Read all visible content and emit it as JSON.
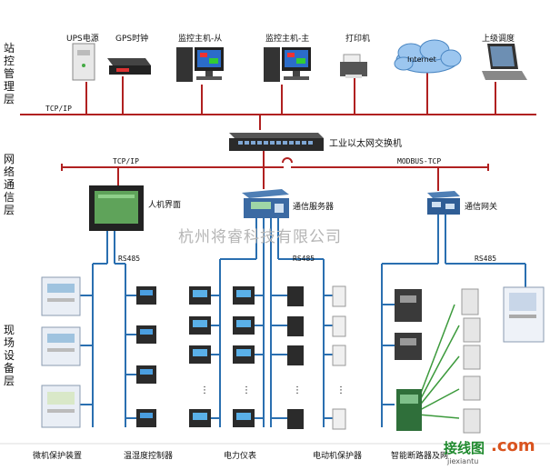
{
  "layers": {
    "station": "站控管理层",
    "network": "网络通信层",
    "field": "现场设备层"
  },
  "top_devices": {
    "ups": "UPS电源",
    "gps": "GPS时钟",
    "monitor_slave": "监控主机-从",
    "monitor_master": "监控主机-主",
    "printer": "打印机",
    "upper_dispatch": "上级调度",
    "internet": "Internet"
  },
  "network": {
    "tcp_ip_top": "TCP/IP",
    "switch": "工业以太网交换机",
    "tcp_ip_mid": "TCP/IP",
    "modbus_tcp": "MODBUS-TCP",
    "hmi": "人机界面",
    "comm_server": "通信服务器",
    "comm_gateway": "通信网关",
    "rs485_1": "RS485",
    "rs485_2": "RS485",
    "rs485_3": "RS485"
  },
  "watermark": "杭州将睿科技有限公司",
  "bottom_labels": {
    "micro_protection": "微机保护装置",
    "temp_humidity": "温湿度控制器",
    "power_meter": "电力仪表",
    "motor_protector": "电动机保护器",
    "smart_breaker": "智能断路器及网"
  },
  "logo": {
    "cn": "接线图",
    "com": ".com",
    "url": "jiexiantu"
  },
  "colors": {
    "bus_red": "#b02020",
    "rs485_blue": "#2a6fb0",
    "device_dark": "#2b2b2b"
  }
}
